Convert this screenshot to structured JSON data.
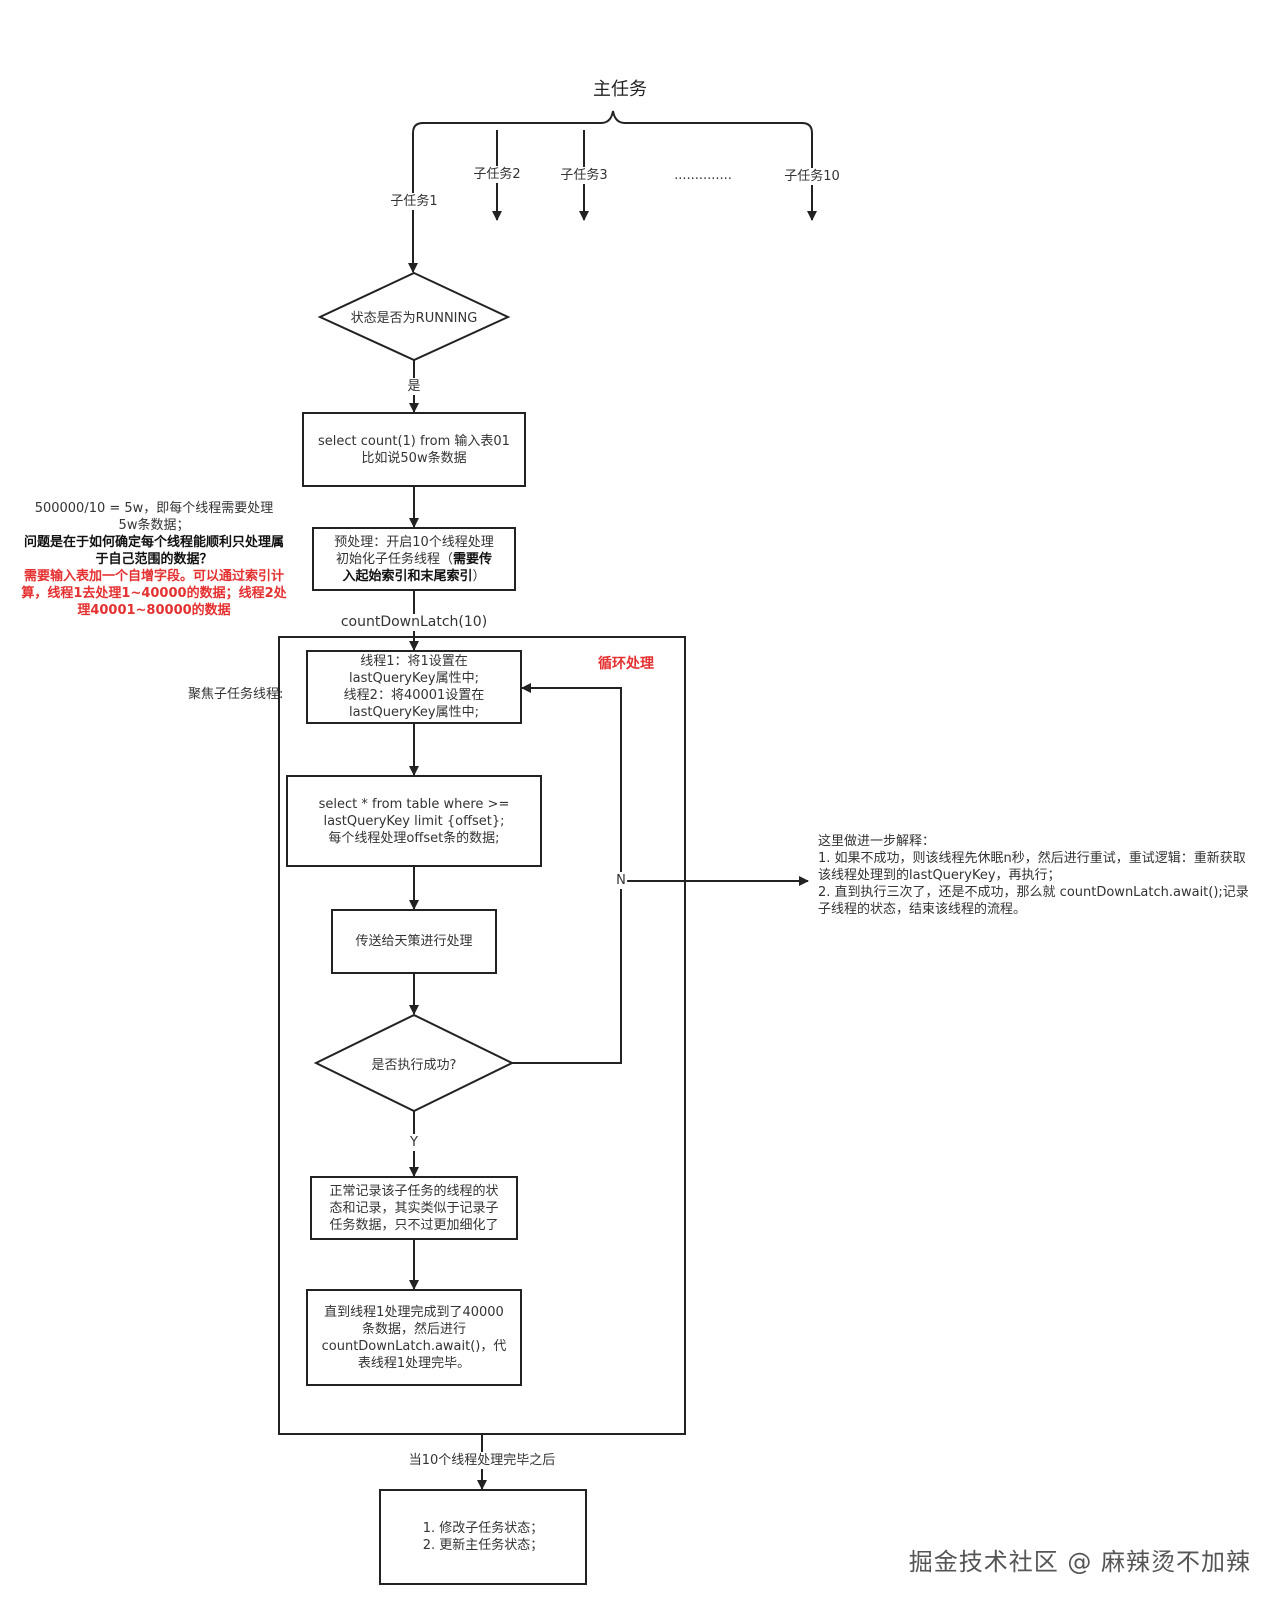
{
  "main_task": "主任务",
  "subtasks": [
    "子任务1",
    "子任务2",
    "子任务3",
    "..............",
    "子任务10"
  ],
  "decision_running": "状态是否为RUNNING",
  "label_yes": "是",
  "box_count": [
    "select count(1) from 输入表01",
    "比如说50w条数据"
  ],
  "left_note": {
    "line1": "500000/10 = 5w，即每个线程需要处理",
    "line2": "5w条数据；",
    "bold": "问题是在于如何确定每个线程能顺利只处理属于自己范围的数据？",
    "red": "需要输入表加一个自增字段。可以通过索引计算，线程1去处理1~40000的数据；线程2处理40001~80000的数据"
  },
  "box_preprocess": {
    "line1": "预处理：开启10个线程处理",
    "line2_normal": "初始化子任务线程（",
    "line2_bold": "需要传",
    "line3_bold": "入起始索引和末尾索引",
    "line3_normal": "）"
  },
  "label_countdown": "countDownLatch(10)",
  "label_focus": "聚焦子任务线程:",
  "loop_title": "循环处理",
  "box_thread": [
    "线程1：将1设置在",
    "lastQueryKey属性中;",
    "线程2：将40001设置在",
    "lastQueryKey属性中;"
  ],
  "box_select": [
    "select * from table where >=",
    "lastQueryKey limit {offset};",
    "每个线程处理offset条的数据;"
  ],
  "box_send": "传送给天策进行处理",
  "decision_success": "是否执行成功?",
  "label_n": "N",
  "label_y": "Y",
  "right_note": {
    "line1": "这里做进一步解释：",
    "line2": "1. 如果不成功，则该线程先休眠n秒，然后进行重试，重试逻辑：重新获取该线程处理到的lastQueryKey，再执行；",
    "line3": "2. 直到执行三次了，还是不成功，那么就 countDownLatch.await();记录子线程的状态，结束该线程的流程。"
  },
  "box_record": [
    "正常记录该子任务的线程的状",
    "态和记录，其实类似于记录子",
    "任务数据，只不过更加细化了"
  ],
  "box_done": [
    "直到线程1处理完成到了40000",
    "条数据，然后进行",
    "countDownLatch.await()，代",
    "表线程1处理完毕。"
  ],
  "label_after": "当10个线程处理完毕之后",
  "box_final": [
    "1. 修改子任务状态；",
    "2. 更新主任务状态；"
  ],
  "watermark": "掘金技术社区 @ 麻辣烫不加辣"
}
